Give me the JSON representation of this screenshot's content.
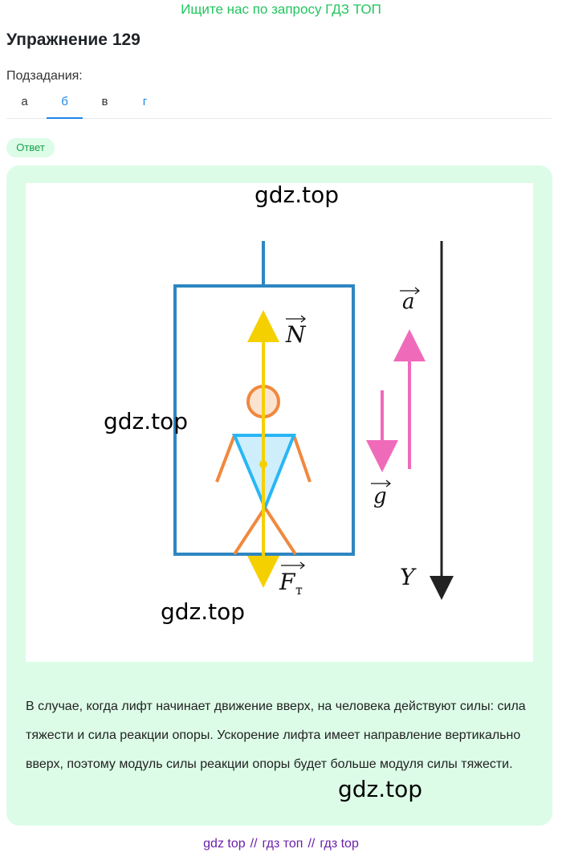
{
  "promo": "Ищите нас по запросу ГДЗ ТОП",
  "title": "Упражнение 129",
  "subtasks_label": "Подзадания:",
  "tabs": [
    {
      "label": "а",
      "active": false
    },
    {
      "label": "б",
      "active": true
    },
    {
      "label": "в",
      "active": false
    },
    {
      "label": "г",
      "active": false
    }
  ],
  "answer_badge": "Ответ",
  "figure": {
    "watermarks": [
      "gdz.top",
      "gdz.top",
      "gdz.top"
    ],
    "labels": {
      "normal_force": "N",
      "acceleration": "a",
      "gravity_accel": "g",
      "gravity_force": "F",
      "gravity_force_sub": "т",
      "axis": "Y"
    },
    "colors": {
      "frame": "#2e86c1",
      "force_arrows": "#f5d000",
      "body": "#f0883e",
      "torso_fill": "#cfeefb",
      "torso_stroke": "#29b6f6",
      "accel_arrows": "#f06aba",
      "axis": "#222222"
    }
  },
  "answer_text": "В случае, когда лифт начинает движение вверх, на человека действуют силы: сила тяжести и сила реакции опоры. Ускорение лифта имеет направление вертикально вверх, поэтому модуль силы реакции опоры будет больше модуля силы тяжести.",
  "answer_watermark": "gdz.top",
  "footer": [
    "gdz top",
    "гдз топ",
    "гдз top"
  ],
  "footer_separator": "//"
}
